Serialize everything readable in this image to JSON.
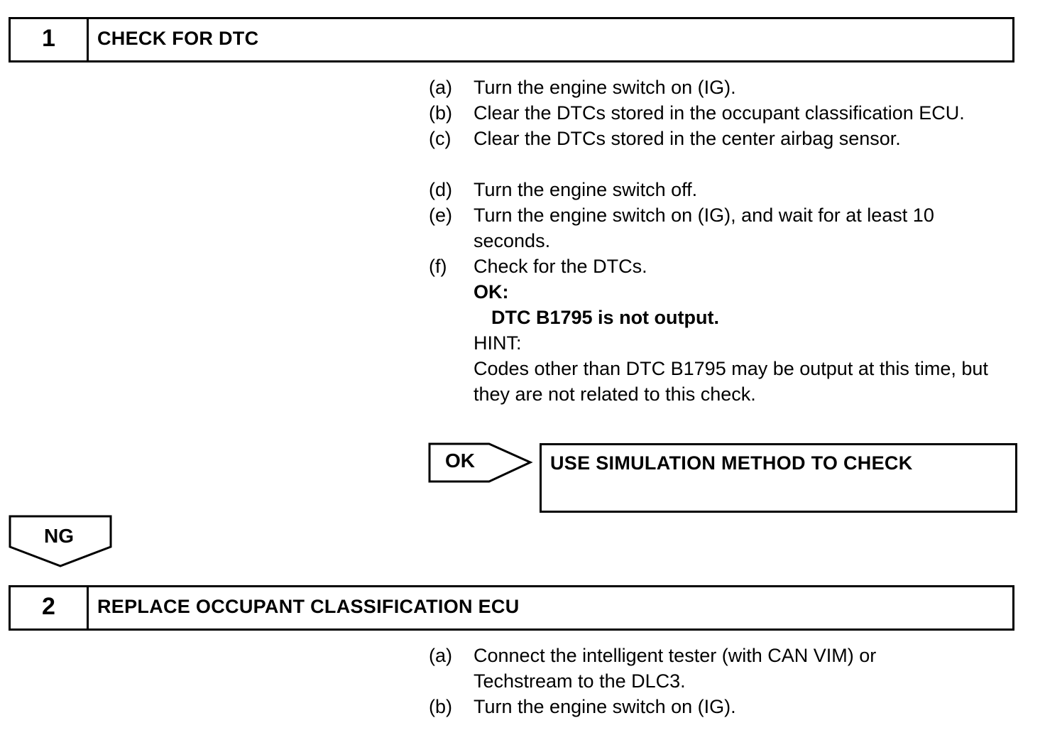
{
  "step1": {
    "number": "1",
    "title": "CHECK FOR DTC",
    "items": [
      {
        "label": "(a)",
        "text": "Turn the engine switch on (IG)."
      },
      {
        "label": "(b)",
        "text": "Clear the DTCs stored in the occupant classification ECU."
      },
      {
        "label": "(c)",
        "text": "Clear the DTCs stored in the center airbag sensor."
      },
      {
        "label": "(d)",
        "text": "Turn the engine switch off."
      },
      {
        "label": "(e)",
        "text": "Turn the engine switch on (IG), and wait for at least 10 seconds."
      },
      {
        "label": "(f)",
        "text": "Check for the DTCs."
      }
    ],
    "ok_heading": "OK:",
    "ok_condition": "DTC B1795 is not output.",
    "hint_heading": "HINT:",
    "hint_text": "Codes other than DTC B1795 may be output at this time, but they are not related to this check."
  },
  "ok_branch": {
    "label": "OK",
    "result": "USE SIMULATION METHOD TO CHECK"
  },
  "ng_branch": {
    "label": "NG"
  },
  "step2": {
    "number": "2",
    "title": "REPLACE OCCUPANT CLASSIFICATION ECU",
    "items": [
      {
        "label": "(a)",
        "text": "Connect the intelligent tester (with CAN VIM) or Techstream to the DLC3."
      },
      {
        "label": "(b)",
        "text": "Turn the engine switch on (IG)."
      }
    ]
  }
}
